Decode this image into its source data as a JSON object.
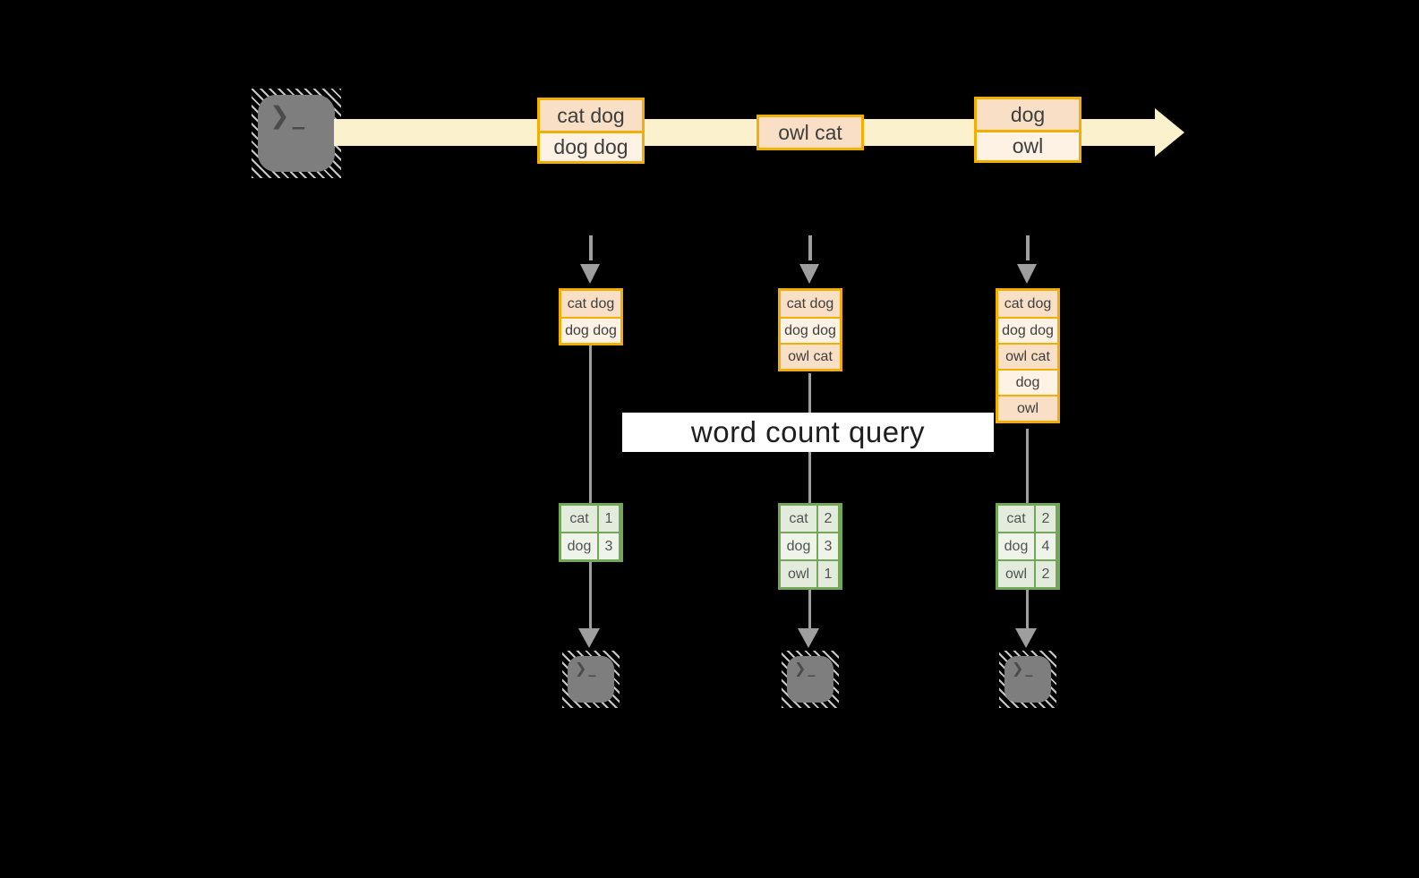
{
  "terminal_glyph": "❯_",
  "banner": {
    "label": "word count query"
  },
  "stream": {
    "box1": {
      "row1": "cat dog",
      "row2": "dog dog"
    },
    "box2": {
      "row1": "owl cat"
    },
    "box3": {
      "row1": "dog",
      "row2": "owl"
    }
  },
  "columns": [
    {
      "stack": [
        "cat dog",
        "dog dog"
      ],
      "table": [
        {
          "word": "cat",
          "count": "1"
        },
        {
          "word": "dog",
          "count": "3"
        }
      ]
    },
    {
      "stack": [
        "cat dog",
        "dog dog",
        "owl cat"
      ],
      "table": [
        {
          "word": "cat",
          "count": "2"
        },
        {
          "word": "dog",
          "count": "3"
        },
        {
          "word": "owl",
          "count": "1"
        }
      ]
    },
    {
      "stack": [
        "cat dog",
        "dog dog",
        "owl cat",
        "dog",
        "owl"
      ],
      "table": [
        {
          "word": "cat",
          "count": "2"
        },
        {
          "word": "dog",
          "count": "4"
        },
        {
          "word": "owl",
          "count": "2"
        }
      ]
    }
  ],
  "colors": {
    "background": "#000000",
    "stream_band": "#fbf1cd",
    "record_border": "#f2ae03",
    "record_fill_dark": "#f8dfc5",
    "record_fill_light": "#fdf2e4",
    "table_border": "#73a758",
    "table_fill_dark": "#e3ecdc",
    "table_fill_light": "#eff4eb",
    "arrow_gray": "#9e9e9e",
    "terminal_gray": "#7e7e7e",
    "banner_bg": "#ffffff"
  }
}
